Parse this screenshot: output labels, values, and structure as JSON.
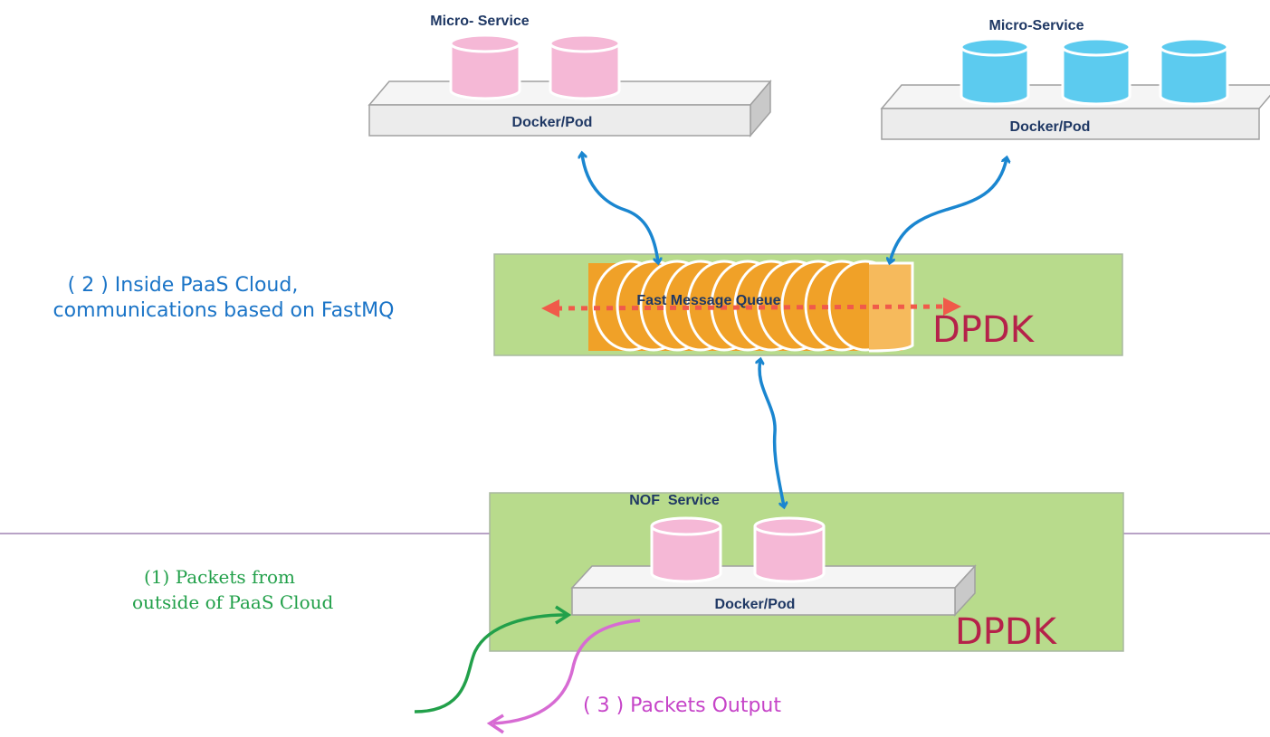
{
  "microservice_left": {
    "title": "Micro- Service",
    "platform": "Docker/Pod"
  },
  "microservice_right": {
    "title": "Micro-Service",
    "platform": "Docker/Pod"
  },
  "fast_queue": {
    "label": "Fast Message Queue",
    "dpdk": "DPDK"
  },
  "nof": {
    "title": "NOF  Service",
    "platform": "Docker/Pod",
    "dpdk": "DPDK"
  },
  "notes": {
    "inside_line1": "( 2 ) Inside PaaS Cloud,",
    "inside_line2": "communications based on FastMQ",
    "packets_in_line1": "(1) Packets from",
    "packets_in_line2": "outside of PaaS Cloud",
    "packets_out": "( 3 ) Packets Output"
  },
  "colors": {
    "pink_cylinder": "#f5b8d6",
    "blue_cylinder": "#5ccbef",
    "green_box": "#b8db8c",
    "orange_ring": "#f0a128",
    "arrow_blue": "#1a86d0",
    "arrow_green": "#22a04a",
    "arrow_pink": "#d76bd3",
    "dotted_red": "#f05a4a"
  }
}
